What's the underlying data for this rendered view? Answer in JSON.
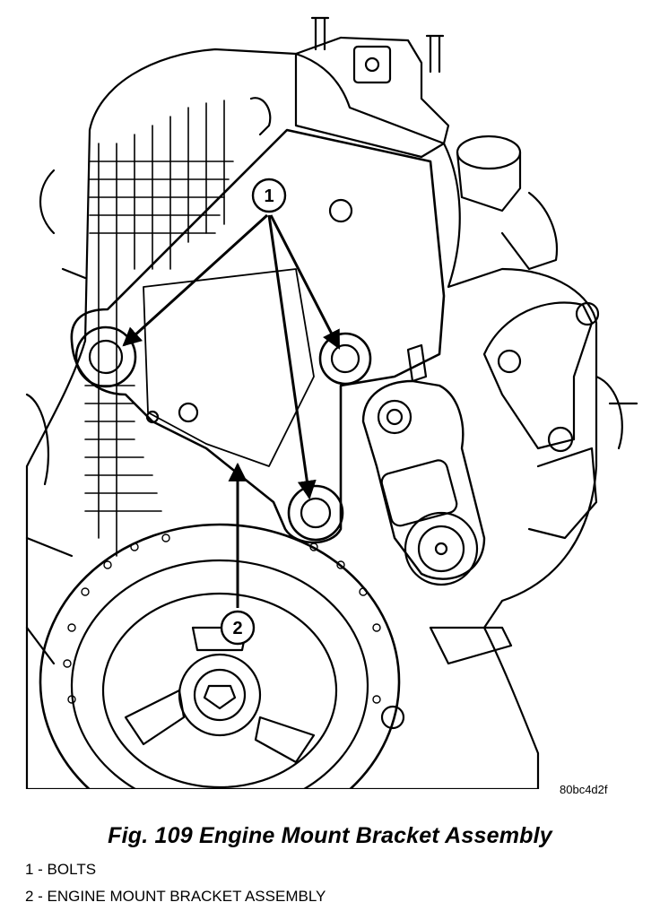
{
  "figure": {
    "code": "80bc4d2f",
    "caption": "Fig. 109 Engine Mount Bracket Assembly"
  },
  "callouts": [
    {
      "number": "1"
    },
    {
      "number": "2"
    }
  ],
  "legend": [
    {
      "text": "1 - BOLTS"
    },
    {
      "text": "2 - ENGINE MOUNT BRACKET ASSEMBLY"
    }
  ]
}
